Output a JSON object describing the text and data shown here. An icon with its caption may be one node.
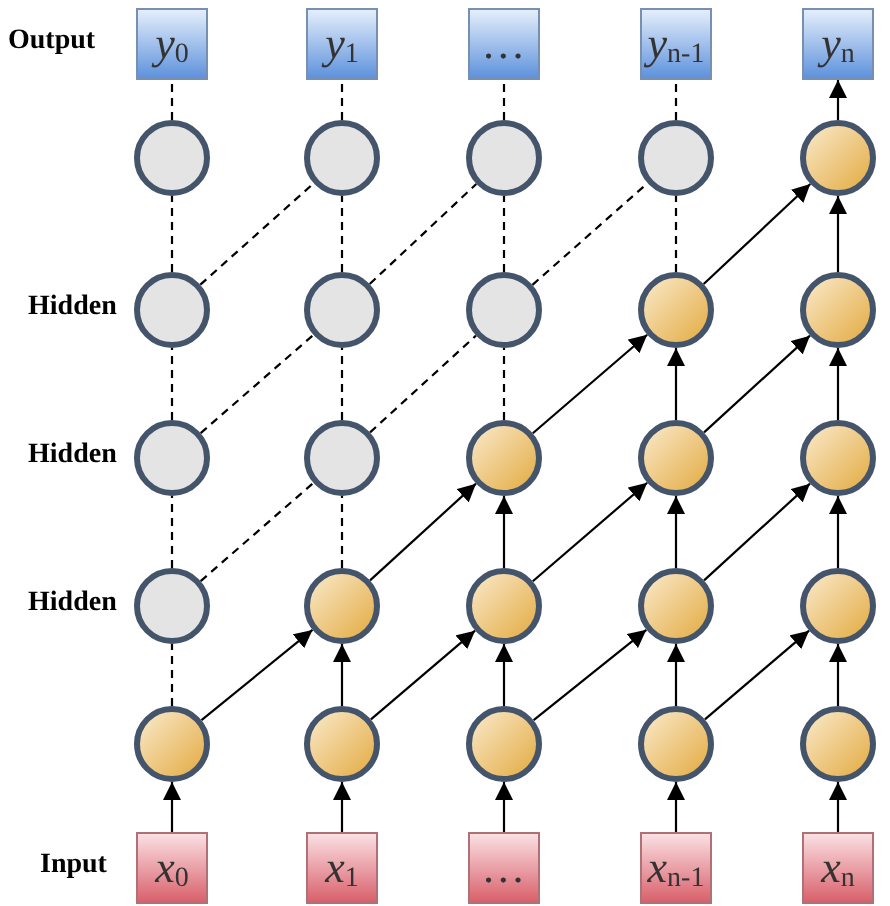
{
  "diagram": {
    "nodes": [
      {
        "text": [
          "y$_{0}$"
        ]
      },
      {
        "text": [
          "y$_{1}$"
        ]
      },
      {
        "text": [
          "…"
        ]
      },
      {
        "text": [
          "y$_{n-1}$"
        ]
      },
      {
        "text": [
          "y$_{n}$"
        ]
      },
      {
        "text": [],
        "shape": "circle"
      },
      {
        "text": [],
        "shape": "circle"
      },
      {
        "text": [],
        "shape": "circle"
      },
      {
        "text": [],
        "shape": "circle"
      },
      {
        "text": [],
        "shape": "circle"
      },
      {
        "text": [],
        "shape": "circle"
      },
      {
        "text": [],
        "shape": "circle"
      },
      {
        "text": [],
        "shape": "circle"
      },
      {
        "text": [],
        "shape": "circle"
      },
      {
        "text": [],
        "shape": "circle"
      },
      {
        "text": [],
        "shape": "circle"
      },
      {
        "text": [],
        "shape": "circle"
      },
      {
        "text": [],
        "shape": "circle"
      },
      {
        "text": [],
        "shape": "circle"
      },
      {
        "text": [],
        "shape": "circle"
      },
      {
        "text": [],
        "shape": "circle"
      },
      {
        "text": [],
        "shape": "circle"
      },
      {
        "text": [],
        "shape": "circle"
      },
      {
        "text": [],
        "shape": "circle"
      },
      {
        "text": [],
        "shape": "circle"
      },
      {
        "text": [],
        "shape": "circle"
      },
      {
        "text": [],
        "shape": "circle"
      },
      {
        "text": [],
        "shape": "circle"
      },
      {
        "text": [],
        "shape": "circle"
      },
      {
        "text": [],
        "shape": "circle"
      },
      {
        "text": [
          "x$_{0}$"
        ]
      },
      {
        "text": [
          "x$_{1}$"
        ]
      },
      {
        "text": [
          "…"
        ]
      },
      {
        "text": [
          "x$_{n-1}$"
        ]
      },
      {
        "text": [
          "x$_{n}$"
        ]
      }
    ],
    "edges": [
      {
        "from": 30,
        "to": 25,
        "arrow": "to"
      },
      {
        "from": 31,
        "to": 26,
        "arrow": "to"
      },
      {
        "from": 32,
        "to": 27,
        "arrow": "to"
      },
      {
        "from": 33,
        "to": 28,
        "arrow": "to"
      },
      {
        "from": 34,
        "to": 29,
        "arrow": "to"
      },
      {
        "from": 25,
        "to": 20,
        "arrow": "none",
        "style": "dashed"
      },
      {
        "from": 26,
        "to": 21,
        "arrow": "to"
      },
      {
        "from": 27,
        "to": 22,
        "arrow": "to"
      },
      {
        "from": 28,
        "to": 23,
        "arrow": "to"
      },
      {
        "from": 29,
        "to": 24,
        "arrow": "to"
      },
      {
        "from": 25,
        "to": 21,
        "arrow": "to"
      },
      {
        "from": 26,
        "to": 22,
        "arrow": "to"
      },
      {
        "from": 27,
        "to": 23,
        "arrow": "to"
      },
      {
        "from": 28,
        "to": 24,
        "arrow": "to"
      },
      {
        "from": 20,
        "to": 15,
        "arrow": "none",
        "style": "dashed"
      },
      {
        "from": 21,
        "to": 16,
        "arrow": "none",
        "style": "dashed"
      },
      {
        "from": 22,
        "to": 17,
        "arrow": "to"
      },
      {
        "from": 23,
        "to": 18,
        "arrow": "to"
      },
      {
        "from": 24,
        "to": 19,
        "arrow": "to"
      },
      {
        "from": 20,
        "to": 16,
        "arrow": "none",
        "style": "dashed"
      },
      {
        "from": 21,
        "to": 17,
        "arrow": "to"
      },
      {
        "from": 22,
        "to": 18,
        "arrow": "to"
      },
      {
        "from": 23,
        "to": 19,
        "arrow": "to"
      },
      {
        "from": 15,
        "to": 10,
        "arrow": "none",
        "style": "dashed"
      },
      {
        "from": 16,
        "to": 11,
        "arrow": "none",
        "style": "dashed"
      },
      {
        "from": 17,
        "to": 12,
        "arrow": "none",
        "style": "dashed"
      },
      {
        "from": 18,
        "to": 13,
        "arrow": "to"
      },
      {
        "from": 19,
        "to": 14,
        "arrow": "to"
      },
      {
        "from": 15,
        "to": 11,
        "arrow": "none",
        "style": "dashed"
      },
      {
        "from": 16,
        "to": 12,
        "arrow": "none",
        "style": "dashed"
      },
      {
        "from": 17,
        "to": 13,
        "arrow": "to"
      },
      {
        "from": 18,
        "to": 14,
        "arrow": "to"
      },
      {
        "from": 10,
        "to": 5,
        "arrow": "none",
        "style": "dashed"
      },
      {
        "from": 11,
        "to": 6,
        "arrow": "none",
        "style": "dashed"
      },
      {
        "from": 12,
        "to": 7,
        "arrow": "none",
        "style": "dashed"
      },
      {
        "from": 13,
        "to": 8,
        "arrow": "none",
        "style": "dashed"
      },
      {
        "from": 14,
        "to": 9,
        "arrow": "to"
      },
      {
        "from": 10,
        "to": 6,
        "arrow": "none",
        "style": "dashed"
      },
      {
        "from": 11,
        "to": 7,
        "arrow": "none",
        "style": "dashed"
      },
      {
        "from": 12,
        "to": 8,
        "arrow": "none",
        "style": "dashed"
      },
      {
        "from": 13,
        "to": 9,
        "arrow": "to"
      },
      {
        "from": 5,
        "to": 0,
        "arrow": "none",
        "style": "dashed"
      },
      {
        "from": 6,
        "to": 1,
        "arrow": "none",
        "style": "dashed"
      },
      {
        "from": 7,
        "to": 2,
        "arrow": "none",
        "style": "dashed"
      },
      {
        "from": 8,
        "to": 3,
        "arrow": "none",
        "style": "dashed"
      },
      {
        "from": 9,
        "to": 4,
        "arrow": "to"
      }
    ],
    "labels": [
      "Output",
      "Hidden",
      "Hidden",
      "Hidden",
      "Input"
    ]
  }
}
